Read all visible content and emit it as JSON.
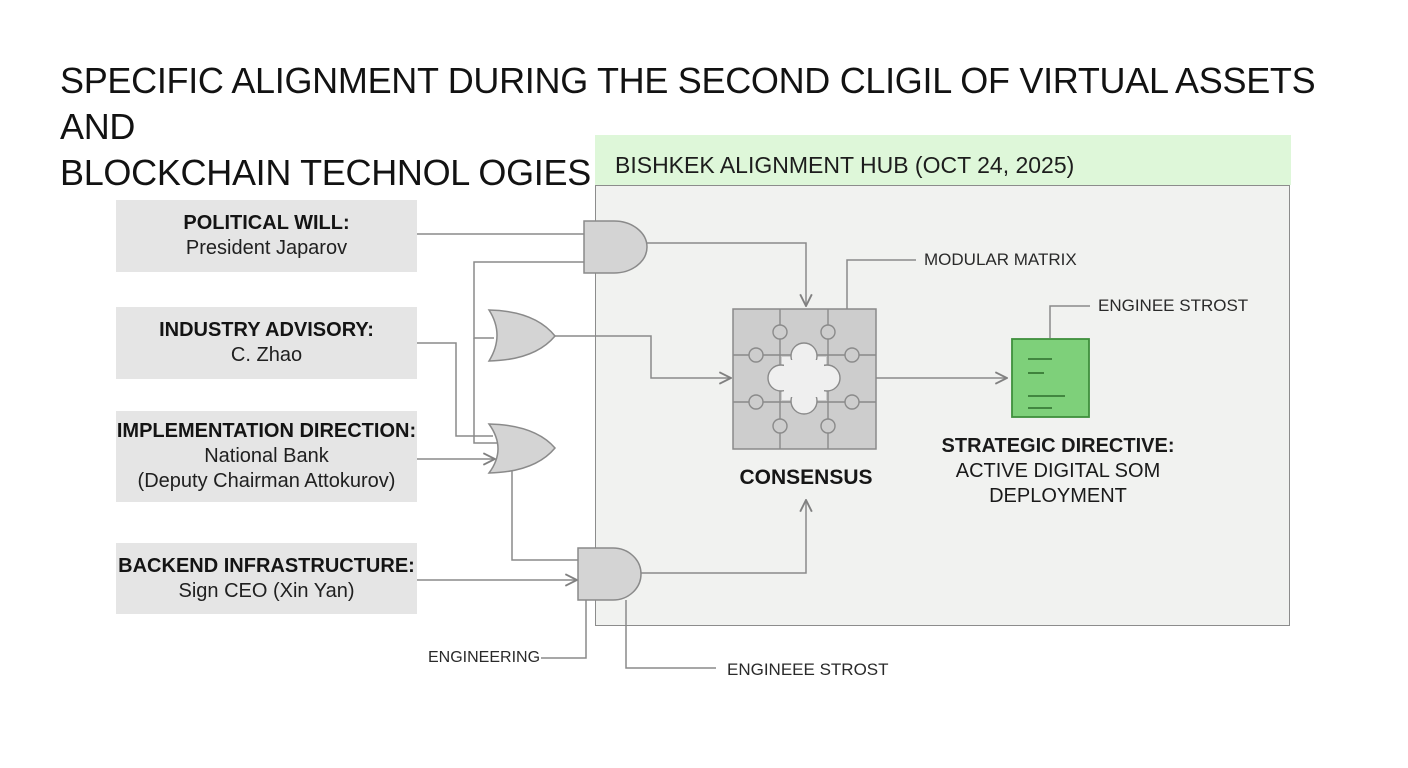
{
  "title": {
    "line1": "SPECIFIC ALIGNMENT DURING THE SECOND CLIGIL OF VIRTUAL ASSETS AND",
    "line2": "BLOCKCHAIN TECHNOL OGIES"
  },
  "hub": {
    "title": "BISHKEK ALIGNMENT HUB (OCT 24, 2025)"
  },
  "inputs": [
    {
      "label": "POLITICAL WILL:",
      "lines": [
        "President Japarov"
      ]
    },
    {
      "label": "INDUSTRY ADVISORY:",
      "lines": [
        "C. Zhao"
      ]
    },
    {
      "label": "IMPLEMENTATION DIRECTION:",
      "lines": [
        "National Bank",
        "(Deputy Chairman Attokurov)"
      ]
    },
    {
      "label": "BACKEND INFRASTRUCTURE:",
      "lines": [
        "Sign CEO (Xin Yan)"
      ]
    }
  ],
  "callouts": {
    "modular_matrix": "MODULAR MATRIX",
    "engineer_trust_top": "ENGINEE STROST",
    "engineering": "ENGINEERING",
    "engineer_trust_bottom": "ENGINEEE STROST"
  },
  "consensus": {
    "label": "CONSENSUS"
  },
  "directive": {
    "label": "STRATEGIC DIRECTIVE:",
    "lines": [
      "ACTIVE DIGITAL SOM",
      "DEPLOYMENT"
    ]
  },
  "colors": {
    "hub_header": "#def7d9",
    "hub_body": "#f1f2f0",
    "gate_fill": "#d4d4d4",
    "document_green": "#7ed07a",
    "wire": "#8a8a8a"
  }
}
